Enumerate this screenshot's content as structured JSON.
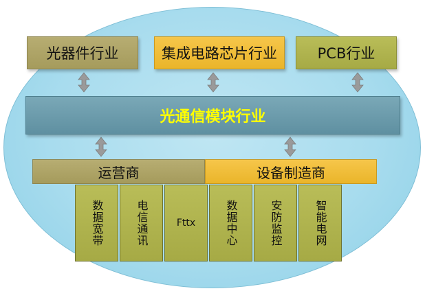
{
  "top_row": [
    {
      "label": "光器件行业",
      "color": "#b7ad72"
    },
    {
      "label": "集成电路芯片行业",
      "color": "#f6c64a"
    },
    {
      "label": "PCB行业",
      "color": "#b9bd58"
    }
  ],
  "main": {
    "label": "光通信模块行业",
    "text_color": "#ffff00",
    "color": "#6b9bab"
  },
  "middle_row": [
    {
      "label": "运营商",
      "color": "#b7ad72"
    },
    {
      "label": "设备制造商",
      "color": "#f6c64a"
    }
  ],
  "sub_items": [
    "数据宽带",
    "电信通讯",
    "Fttx",
    "数据中心",
    "安防监控",
    "智能电网"
  ],
  "background_color": "#a8dcee",
  "arrow_color": "#9a9a9a"
}
